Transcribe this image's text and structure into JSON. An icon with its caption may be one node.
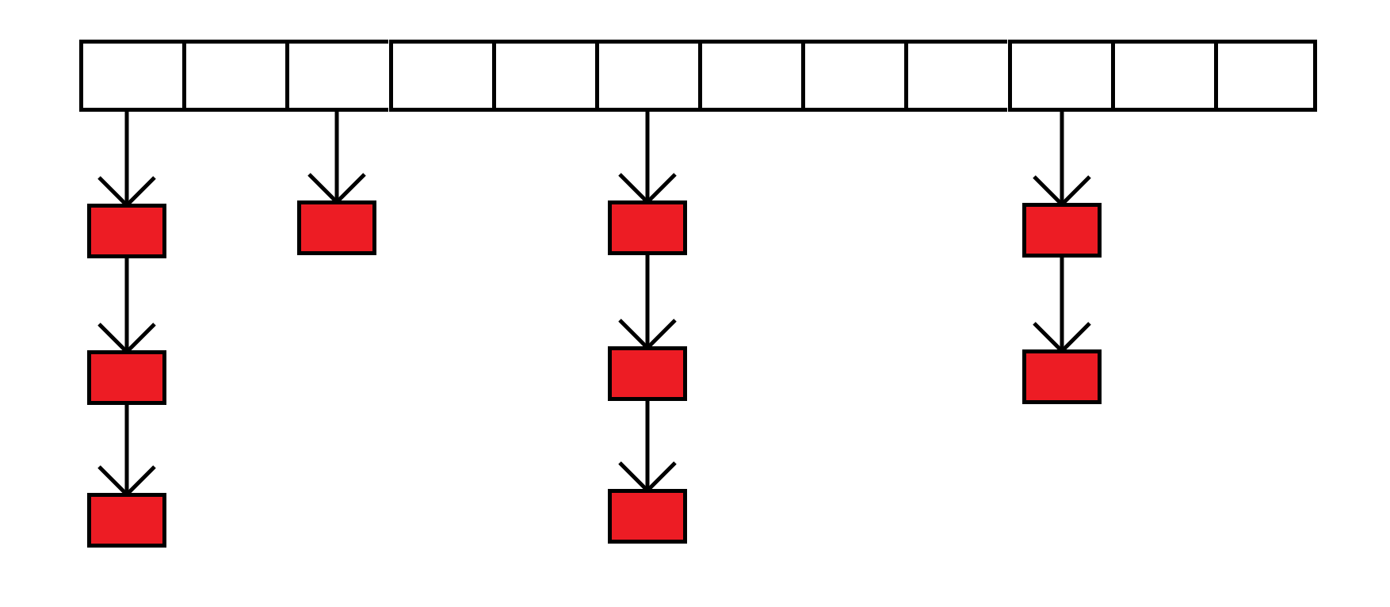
{
  "diagram": {
    "nodes": [
      {
        "text": [],
        "shape": "box"
      },
      {
        "text": [],
        "shape": "box"
      },
      {
        "text": [],
        "shape": "box"
      },
      {
        "text": [],
        "shape": "box"
      },
      {
        "text": [],
        "shape": "box"
      },
      {
        "text": [],
        "shape": "box"
      },
      {
        "text": [],
        "shape": "box"
      },
      {
        "text": [],
        "shape": "box"
      },
      {
        "text": [],
        "shape": "box"
      },
      {
        "text": [],
        "shape": "box"
      },
      {
        "text": [],
        "shape": "box"
      },
      {
        "text": [],
        "shape": "box"
      },
      {
        "text": [],
        "shape": "box"
      },
      {
        "text": [],
        "shape": "box"
      },
      {
        "text": [],
        "shape": "box"
      },
      {
        "text": [],
        "shape": "box"
      },
      {
        "text": [],
        "shape": "box"
      },
      {
        "text": [],
        "shape": "box"
      },
      {
        "text": [],
        "shape": "box"
      },
      {
        "text": [],
        "shape": "box"
      },
      {
        "text": [],
        "shape": "box"
      }
    ],
    "edges": [
      {
        "from": 0,
        "to": 12,
        "arrow": "to"
      },
      {
        "from": 12,
        "to": 13,
        "arrow": "to"
      },
      {
        "from": 13,
        "to": 14,
        "arrow": "to"
      },
      {
        "from": 2,
        "to": 15,
        "arrow": "to"
      },
      {
        "from": 5,
        "to": 16,
        "arrow": "to"
      },
      {
        "from": 16,
        "to": 17,
        "arrow": "to"
      },
      {
        "from": 17,
        "to": 18,
        "arrow": "to"
      },
      {
        "from": 9,
        "to": 19,
        "arrow": "to"
      },
      {
        "from": 19,
        "to": 20,
        "arrow": "to"
      }
    ]
  }
}
